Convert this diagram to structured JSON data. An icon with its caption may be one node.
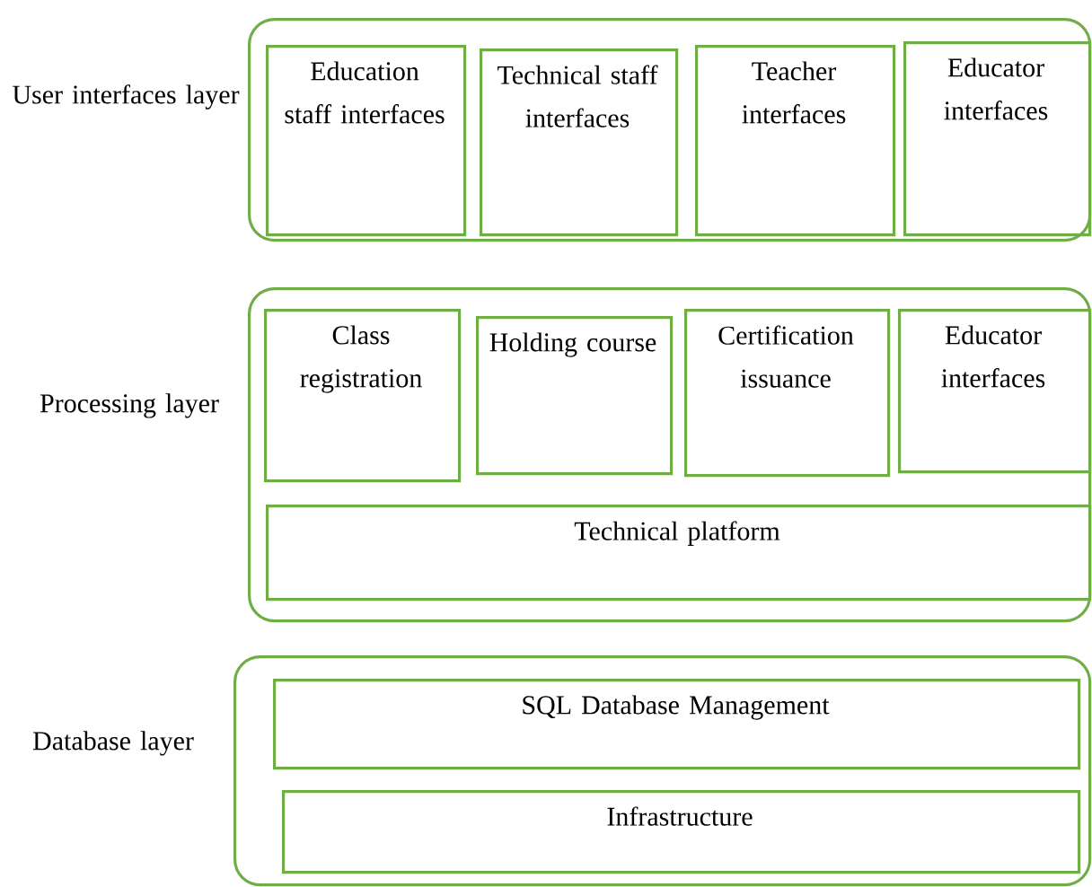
{
  "diagram": {
    "nodes": [
      {
        "text": [
          "User interfaces layer"
        ]
      },
      {
        "text": [
          "Education staff interfaces"
        ],
        "in": 0
      },
      {
        "text": [
          "Technical staff interfaces"
        ],
        "in": 0
      },
      {
        "text": [
          "Teacher interfaces"
        ],
        "in": 0
      },
      {
        "text": [
          "Educator interfaces"
        ],
        "in": 0
      },
      {
        "text": [
          "Processing layer"
        ]
      },
      {
        "text": [
          "Class registration"
        ],
        "in": 5
      },
      {
        "text": [
          "Holding course"
        ],
        "in": 5
      },
      {
        "text": [
          "Certification issuance"
        ],
        "in": 5
      },
      {
        "text": [
          "Educator interfaces"
        ],
        "in": 5
      },
      {
        "text": [
          "Technical platform"
        ],
        "in": 5
      },
      {
        "text": [
          "Database layer"
        ]
      },
      {
        "text": [
          "SQL Database Management"
        ],
        "in": 11
      },
      {
        "text": [
          "Infrastructure"
        ],
        "in": 11
      }
    ]
  }
}
